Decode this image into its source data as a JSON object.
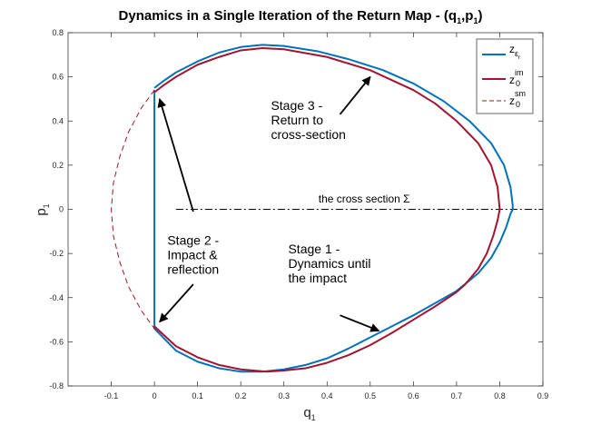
{
  "chart_data": {
    "type": "line",
    "title": "Dynamics in a Single Iteration of the Return Map - (q",
    "title_sub1": "1",
    "title_mid": ",p",
    "title_sub2": "1",
    "title_end": ")",
    "xlabel": "q",
    "xlabel_sub": "1",
    "ylabel": "p",
    "ylabel_sub": "1",
    "xlim": [
      -0.2,
      0.9
    ],
    "ylim": [
      -0.8,
      0.8
    ],
    "xticks": [
      -0.1,
      0,
      0.1,
      0.2,
      0.3,
      0.4,
      0.5,
      0.6,
      0.7,
      0.8,
      0.9
    ],
    "xtick_labels": [
      "-0.1",
      "0",
      "0.1",
      "0.2",
      "0.3",
      "0.4",
      "0.5",
      "0.6",
      "0.7",
      "0.8",
      "0.9"
    ],
    "yticks": [
      -0.8,
      -0.6,
      -0.4,
      -0.2,
      0,
      0.2,
      0.4,
      0.6,
      0.8
    ],
    "ytick_labels": [
      "-0.8",
      "-0.6",
      "-0.4",
      "-0.2",
      "0",
      "0.2",
      "0.4",
      "0.6",
      "0.8"
    ],
    "grid": false,
    "box": true,
    "legend_position": "top-right",
    "series": [
      {
        "legend_main": "z",
        "legend_sub": "ε",
        "legend_subsub": "r",
        "color": "#0072BD",
        "style": "solid",
        "points": [
          [
            0,
            0.54
          ],
          [
            0,
            -0.54
          ],
          [
            0.05,
            -0.64
          ],
          [
            0.1,
            -0.69
          ],
          [
            0.15,
            -0.72
          ],
          [
            0.2,
            -0.735
          ],
          [
            0.25,
            -0.735
          ],
          [
            0.3,
            -0.725
          ],
          [
            0.35,
            -0.705
          ],
          [
            0.4,
            -0.675
          ],
          [
            0.45,
            -0.63
          ],
          [
            0.5,
            -0.58
          ],
          [
            0.55,
            -0.53
          ],
          [
            0.6,
            -0.48
          ],
          [
            0.65,
            -0.425
          ],
          [
            0.7,
            -0.37
          ],
          [
            0.75,
            -0.29
          ],
          [
            0.78,
            -0.22
          ],
          [
            0.8,
            -0.15
          ],
          [
            0.815,
            -0.08
          ],
          [
            0.825,
            -0.02
          ],
          [
            0.83,
            0
          ],
          [
            0.83,
            0.02
          ],
          [
            0.825,
            0.1
          ],
          [
            0.81,
            0.2
          ],
          [
            0.78,
            0.3
          ],
          [
            0.73,
            0.4
          ],
          [
            0.67,
            0.49
          ],
          [
            0.6,
            0.57
          ],
          [
            0.53,
            0.63
          ],
          [
            0.45,
            0.68
          ],
          [
            0.38,
            0.715
          ],
          [
            0.3,
            0.74
          ],
          [
            0.25,
            0.745
          ],
          [
            0.2,
            0.735
          ],
          [
            0.15,
            0.71
          ],
          [
            0.1,
            0.67
          ],
          [
            0.05,
            0.62
          ],
          [
            0.02,
            0.58
          ],
          [
            0,
            0.55
          ]
        ]
      },
      {
        "legend_main": "z",
        "legend_sub": "0",
        "legend_sup": "im",
        "color": "#A2142F",
        "style": "solid",
        "points": [
          [
            0,
            -0.53
          ],
          [
            0.05,
            -0.62
          ],
          [
            0.1,
            -0.67
          ],
          [
            0.15,
            -0.705
          ],
          [
            0.2,
            -0.725
          ],
          [
            0.26,
            -0.735
          ],
          [
            0.3,
            -0.73
          ],
          [
            0.35,
            -0.72
          ],
          [
            0.4,
            -0.695
          ],
          [
            0.45,
            -0.66
          ],
          [
            0.5,
            -0.615
          ],
          [
            0.55,
            -0.56
          ],
          [
            0.6,
            -0.5
          ],
          [
            0.65,
            -0.44
          ],
          [
            0.7,
            -0.375
          ],
          [
            0.72,
            -0.34
          ],
          [
            0.75,
            -0.27
          ],
          [
            0.77,
            -0.2
          ],
          [
            0.785,
            -0.12
          ],
          [
            0.795,
            -0.05
          ],
          [
            0.8,
            0
          ],
          [
            0.795,
            0.1
          ],
          [
            0.78,
            0.2
          ],
          [
            0.75,
            0.3
          ],
          [
            0.7,
            0.4
          ],
          [
            0.65,
            0.48
          ],
          [
            0.6,
            0.54
          ],
          [
            0.5,
            0.63
          ],
          [
            0.4,
            0.69
          ],
          [
            0.3,
            0.725
          ],
          [
            0.25,
            0.73
          ],
          [
            0.2,
            0.72
          ],
          [
            0.15,
            0.69
          ],
          [
            0.1,
            0.655
          ],
          [
            0.05,
            0.6
          ],
          [
            0.02,
            0.56
          ],
          [
            0,
            0.53
          ]
        ]
      },
      {
        "legend_main": "z",
        "legend_sub": "0",
        "legend_sup": "sm",
        "color": "#A2142F",
        "style": "dashed",
        "points": [
          [
            0,
            0.54
          ],
          [
            -0.03,
            0.46
          ],
          [
            -0.06,
            0.35
          ],
          [
            -0.08,
            0.24
          ],
          [
            -0.095,
            0.12
          ],
          [
            -0.1,
            0
          ],
          [
            -0.095,
            -0.12
          ],
          [
            -0.08,
            -0.24
          ],
          [
            -0.06,
            -0.35
          ],
          [
            -0.03,
            -0.46
          ],
          [
            0,
            -0.54
          ]
        ]
      }
    ],
    "cross_section": {
      "x_start": 0.05,
      "x_end": 0.9,
      "y": 0,
      "label": "the cross section Σ",
      "label_x": 0.38,
      "label_y": 0.03
    },
    "annotations": [
      {
        "lines": [
          "Stage 3 -",
          "Return to",
          "cross-section"
        ],
        "text_x": 0.27,
        "text_y": 0.45,
        "arrow_from": [
          0.43,
          0.43
        ],
        "arrow_to": [
          0.5,
          0.6
        ]
      },
      {
        "lines": [
          "Stage 2 -",
          "Impact &",
          "reflection"
        ],
        "text_x": 0.03,
        "text_y": -0.16,
        "arrow_from": [
          0.09,
          -0.01
        ],
        "arrow_to": [
          0.012,
          0.5
        ]
      },
      {
        "lines": [
          "Stage 1 -",
          "Dynamics until",
          "the impact"
        ],
        "text_x": 0.31,
        "text_y": -0.2,
        "arrow_from": [
          0.43,
          -0.48
        ],
        "arrow_to": [
          0.52,
          -0.55
        ]
      }
    ],
    "extra_arrows": [
      {
        "from": [
          0.09,
          -0.34
        ],
        "to": [
          0.012,
          -0.51
        ]
      }
    ]
  }
}
